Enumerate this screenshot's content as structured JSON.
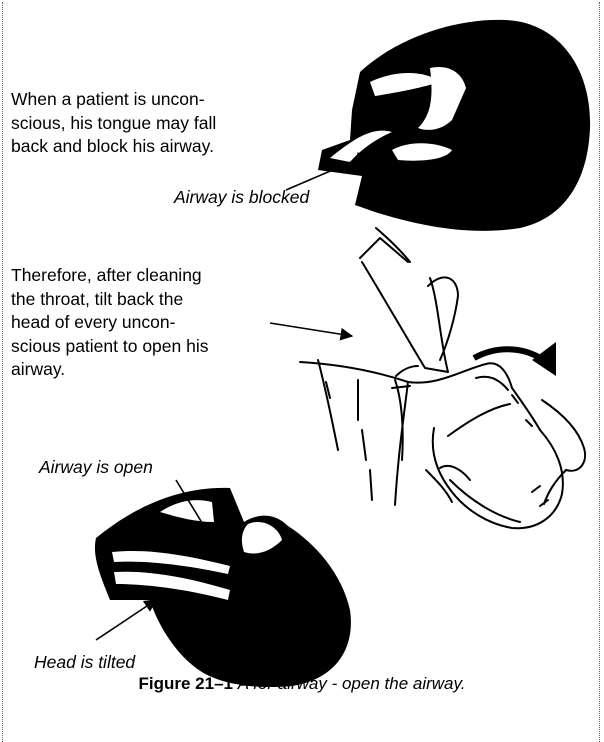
{
  "texts": {
    "para1": [
      "When a patient is uncon-",
      "scious, his tongue may fall",
      "back and block his airway."
    ],
    "para2": [
      "Therefore, after cleaning",
      "the throat, tilt back the",
      "head of every uncon-",
      "scious patient to open his",
      "airway."
    ],
    "label_blocked": "Airway is blocked",
    "label_open": "Airway is open",
    "label_tilted": "Head is tilted"
  },
  "caption": {
    "number": "Figure 21–1",
    "text": "A for airway - open the airway."
  },
  "colors": {
    "ink": "#000000",
    "paper": "#ffffff",
    "border": "#666666"
  }
}
